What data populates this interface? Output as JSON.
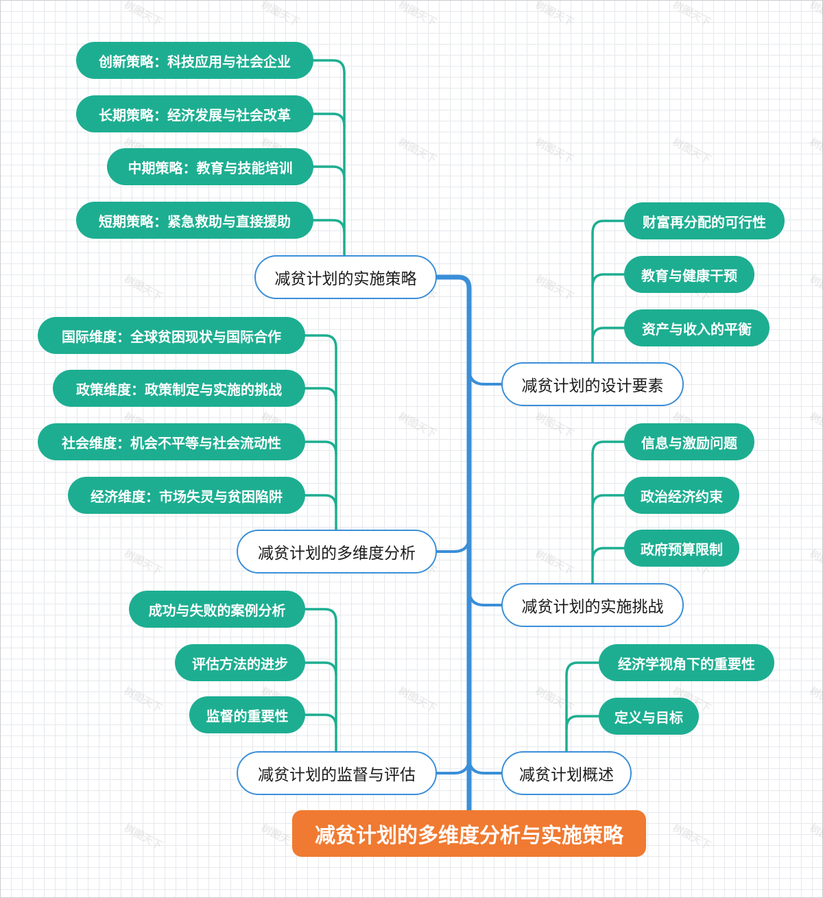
{
  "root": "减贫计划的多维度分析与实施策略",
  "colors": {
    "root": "#f07a31",
    "trunk": "#3a8ed8",
    "leaf": "#1dae91"
  },
  "watermark": "树图天下",
  "branches": [
    {
      "label": "减贫计划的实施策略",
      "children": [
        "创新策略：科技应用与社会企业",
        "长期策略：经济发展与社会改革",
        "中期策略：教育与技能培训",
        "短期策略：紧急救助与直接援助"
      ]
    },
    {
      "label": "减贫计划的多维度分析",
      "children": [
        "国际维度：全球贫困现状与国际合作",
        "政策维度：政策制定与实施的挑战",
        "社会维度：机会不平等与社会流动性",
        "经济维度：市场失灵与贫困陷阱"
      ]
    },
    {
      "label": "减贫计划的监督与评估",
      "children": [
        "成功与失败的案例分析",
        "评估方法的进步",
        "监督的重要性"
      ]
    },
    {
      "label": "减贫计划的设计要素",
      "children": [
        "财富再分配的可行性",
        "教育与健康干预",
        "资产与收入的平衡"
      ]
    },
    {
      "label": "减贫计划的实施挑战",
      "children": [
        "信息与激励问题",
        "政治经济约束",
        "政府预算限制"
      ]
    },
    {
      "label": "减贫计划概述",
      "children": [
        "经济学视角下的重要性",
        "定义与目标"
      ]
    }
  ]
}
